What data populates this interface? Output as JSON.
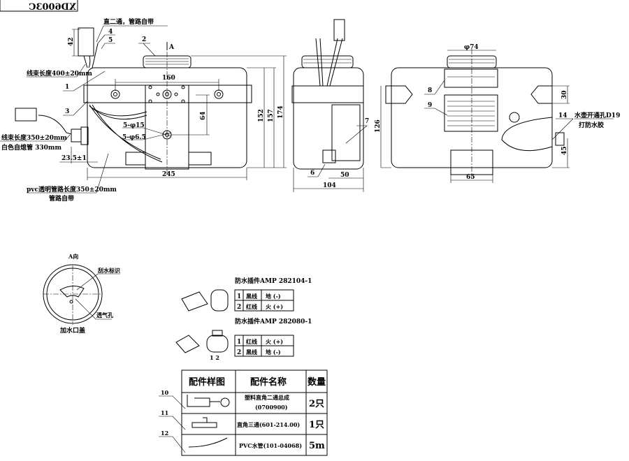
{
  "title_block": {
    "code": "XD6003C"
  },
  "front_view": {
    "callouts": {
      "n1": "1",
      "n2": "2",
      "n3": "3",
      "n4": "4",
      "n5": "5",
      "arrow_a": "A"
    },
    "notes": {
      "straight_two_way": "直二通，管路自带",
      "harness_400": "线束长度400±20mm",
      "harness_350": "线束长度350±20mm",
      "white_tube": "白色自熄管 330mm",
      "pvc_tube": "pvc透明管路长度350±20mm",
      "pvc_tube_2": "管路自带",
      "hole_15": "5-φ15",
      "hole_65": "5-φ6.5"
    },
    "dims": {
      "d160": "160",
      "d245": "245",
      "d152": "152",
      "d157": "157",
      "d174": "174",
      "d64": "64",
      "d42": "42",
      "d235": "23.5±1"
    }
  },
  "side_view": {
    "callouts": {
      "n6": "6",
      "n7": "7"
    },
    "dims": {
      "d50": "50",
      "d104": "104"
    }
  },
  "rear_view": {
    "callouts": {
      "n8": "8",
      "n9": "9",
      "n14": "14"
    },
    "notes": {
      "hole": "水壶开通孔D19",
      "glue": "打防水胶"
    },
    "dims": {
      "d74": "φ74",
      "d126": "126",
      "d30": "30",
      "d45": "45",
      "d65": "65"
    }
  },
  "cap_view": {
    "title": "A向",
    "wiper_mark": "刮水标识",
    "vent": "透气孔",
    "caption": "加水口盖"
  },
  "connectors": [
    {
      "title": "防水插件AMP 282104-1",
      "rows": [
        [
          "1",
          "黑线",
          "地 (-)"
        ],
        [
          "2",
          "红线",
          "火 (+)"
        ]
      ]
    },
    {
      "title": "防水插件AMP 282080-1",
      "rows": [
        [
          "1",
          "红线",
          "火 (+)"
        ],
        [
          "2",
          "黑线",
          "地 (-)"
        ]
      ],
      "pins": "1 2"
    }
  ],
  "parts_table": {
    "headers": [
      "配件样图",
      "配件名称",
      "数量"
    ],
    "rows": [
      {
        "callout": "10",
        "name": "塑料直角二通总成",
        "name2": "(0700900)",
        "qty": "2只"
      },
      {
        "callout": "11",
        "name": "直角三通(601-214.00)",
        "name2": "",
        "qty": "1只"
      },
      {
        "callout": "12",
        "name": "PVC水管(101-04068)",
        "name2": "",
        "qty": "5m"
      }
    ]
  }
}
